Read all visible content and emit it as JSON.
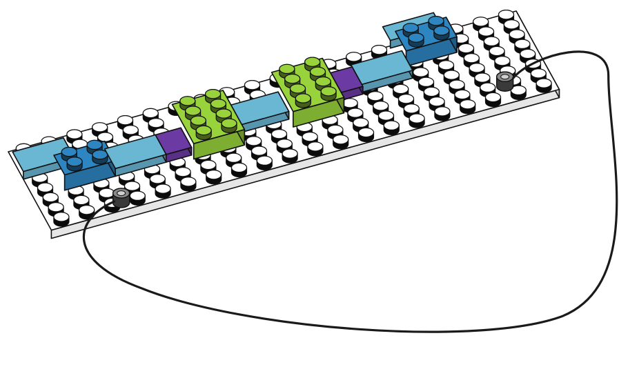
{
  "colors": {
    "background": "#ffffff",
    "baseplate_top": "#ffffff",
    "baseplate_side": "#e6e6e6",
    "outline": "#111111",
    "stud_shadow": "#0b0b0b",
    "tile_light_blue": "#6ab7d4",
    "brick_dark_blue": "#2d86c2",
    "brick_lime": "#99d33c",
    "tile_purple": "#6b3aa3",
    "terminal": "#3a3a3a",
    "wire": "#1a1a1a"
  },
  "objects": {
    "baseplate": {
      "name": "white-baseplate",
      "studs_wide": 20,
      "studs_deep": 8
    },
    "tiles": [
      {
        "name": "blue-tile-left",
        "color": "tile_light_blue"
      },
      {
        "name": "blue-tile-middle",
        "color": "tile_light_blue"
      },
      {
        "name": "blue-tile-right",
        "color": "tile_light_blue"
      },
      {
        "name": "purple-tile-left",
        "color": "tile_purple"
      },
      {
        "name": "purple-tile-right",
        "color": "tile_purple"
      }
    ],
    "bricks": [
      {
        "name": "dark-blue-brick-left",
        "color": "brick_dark_blue"
      },
      {
        "name": "dark-blue-brick-right",
        "color": "brick_dark_blue"
      },
      {
        "name": "lime-brick-left",
        "color": "brick_lime"
      },
      {
        "name": "lime-brick-right",
        "color": "brick_lime"
      }
    ],
    "terminals": [
      {
        "name": "terminal-left"
      },
      {
        "name": "terminal-right"
      }
    ],
    "wire": {
      "name": "connecting-wire"
    }
  }
}
